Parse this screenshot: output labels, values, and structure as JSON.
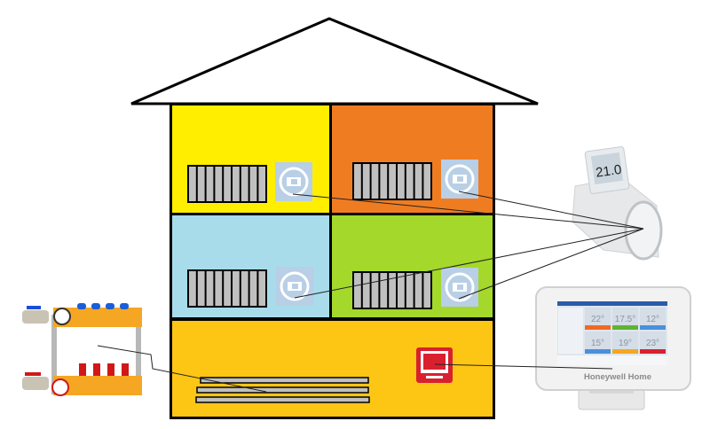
{
  "colors": {
    "room_top_left": "#ffee00",
    "room_top_right": "#f07c22",
    "room_mid_left": "#a8dcea",
    "room_mid_right": "#a4d82a",
    "room_bottom": "#fdc614",
    "radiator": "#c0c0c0",
    "thermostat_icon": "#b8cfe6",
    "controller_icon": "#d9202f"
  },
  "radiator_thermostat": {
    "display": "21.0"
  },
  "controller": {
    "brand": "Honeywell Home",
    "zones": [
      {
        "temp": "22°",
        "color": "#f26a21"
      },
      {
        "temp": "17.5°",
        "color": "#5cb531"
      },
      {
        "temp": "12°",
        "color": "#4a90d9"
      },
      {
        "temp": "15°",
        "color": "#4a90d9"
      },
      {
        "temp": "19°",
        "color": "#f5a623"
      },
      {
        "temp": "23°",
        "color": "#d9202f"
      }
    ]
  }
}
